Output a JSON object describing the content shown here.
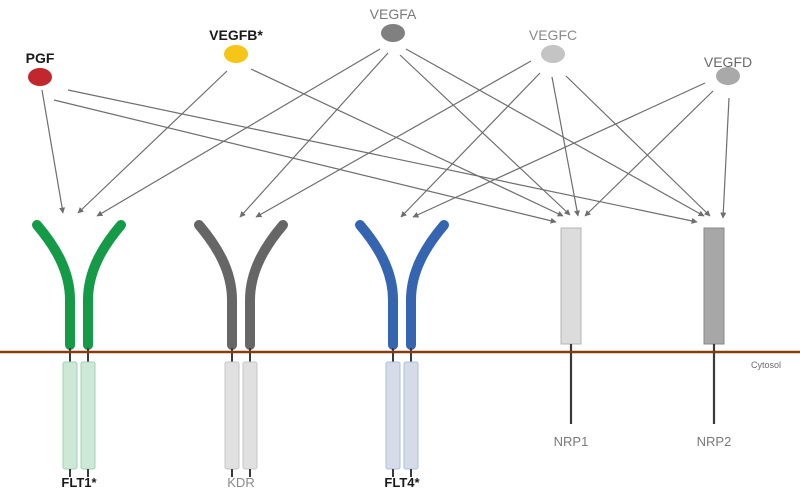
{
  "diagram": {
    "title": "VEGF family ligand–receptor binding",
    "colors": {
      "membrane": "#8B3A0E",
      "arrow": "#6e6e6e",
      "stem": "#3a3a3a"
    },
    "compartment_label": "Cytosol",
    "ligands": [
      {
        "id": "PGF",
        "label": "PGF",
        "bold": true,
        "color": "#C1272D",
        "label_color": "#1a1a1a"
      },
      {
        "id": "VEGFB",
        "label": "VEGFB*",
        "bold": true,
        "color": "#F5C518",
        "label_color": "#1a1a1a"
      },
      {
        "id": "VEGFA",
        "label": "VEGFA",
        "bold": false,
        "color": "#808080",
        "label_color": "#7a7a7a"
      },
      {
        "id": "VEGFC",
        "label": "VEGFC",
        "bold": false,
        "color": "#C4C4C4",
        "label_color": "#8a8a8a"
      },
      {
        "id": "VEGFD",
        "label": "VEGFD",
        "bold": false,
        "color": "#A9A9A9",
        "label_color": "#6a6a6a"
      }
    ],
    "receptors": [
      {
        "id": "FLT1",
        "label": "FLT1*",
        "bold": true,
        "type": "dimer",
        "color": "#159A48",
        "inner_fill": "#CDE8D7",
        "inner_stroke": "#9FD3B3",
        "label_color": "#1a1a1a"
      },
      {
        "id": "KDR",
        "label": "KDR",
        "bold": false,
        "type": "dimer",
        "color": "#666666",
        "inner_fill": "#E0E0E0",
        "inner_stroke": "#C6C6C6",
        "label_color": "#8a8a8a"
      },
      {
        "id": "FLT4",
        "label": "FLT4*",
        "bold": true,
        "type": "dimer",
        "color": "#3565B0",
        "inner_fill": "#D5DCE8",
        "inner_stroke": "#A9C0E0",
        "label_color": "#1a1a1a"
      },
      {
        "id": "NRP1",
        "label": "NRP1",
        "bold": false,
        "type": "single",
        "color": "#DCDCDC",
        "stroke": "#B5B5B5",
        "label_color": "#7a7a7a"
      },
      {
        "id": "NRP2",
        "label": "NRP2",
        "bold": false,
        "type": "single",
        "color": "#A7A7A7",
        "stroke": "#8a8a8a",
        "label_color": "#7a7a7a"
      }
    ],
    "bindings": [
      {
        "from": "PGF",
        "to": "FLT1"
      },
      {
        "from": "PGF",
        "to": "NRP1"
      },
      {
        "from": "PGF",
        "to": "NRP2"
      },
      {
        "from": "VEGFB",
        "to": "FLT1"
      },
      {
        "from": "VEGFB",
        "to": "NRP1"
      },
      {
        "from": "VEGFA",
        "to": "FLT1"
      },
      {
        "from": "VEGFA",
        "to": "KDR"
      },
      {
        "from": "VEGFA",
        "to": "NRP1"
      },
      {
        "from": "VEGFA",
        "to": "NRP2"
      },
      {
        "from": "VEGFC",
        "to": "KDR"
      },
      {
        "from": "VEGFC",
        "to": "FLT4"
      },
      {
        "from": "VEGFC",
        "to": "NRP1"
      },
      {
        "from": "VEGFC",
        "to": "NRP2"
      },
      {
        "from": "VEGFD",
        "to": "FLT4"
      },
      {
        "from": "VEGFD",
        "to": "NRP1"
      },
      {
        "from": "VEGFD",
        "to": "NRP2"
      }
    ]
  }
}
